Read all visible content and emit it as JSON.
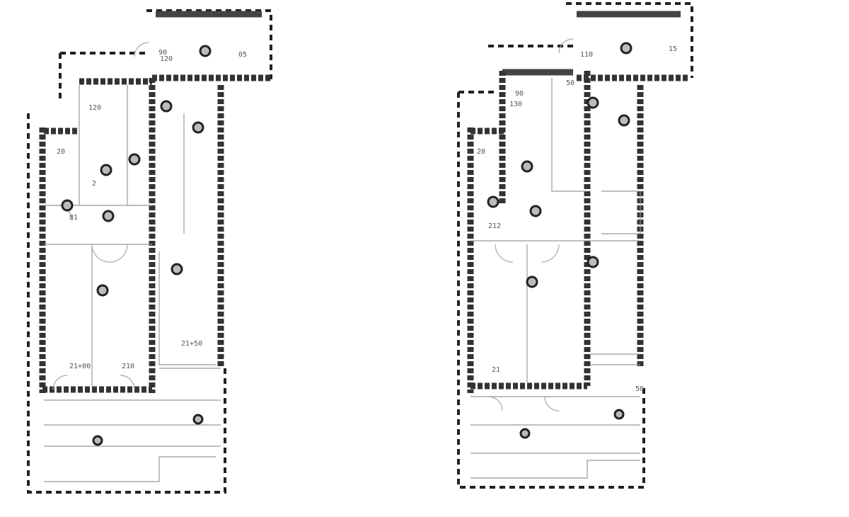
{
  "drawing": {
    "left_plan": {
      "dimension_labels": [
        "90",
        "120",
        "05",
        "120",
        "20",
        "81",
        "21+50",
        "21+00",
        "210",
        "2"
      ]
    },
    "right_plan": {
      "dimension_labels": [
        "110",
        "15",
        "50",
        "90",
        "130",
        "20",
        "212",
        "21",
        "50"
      ]
    },
    "colors": {
      "wall": "#333333",
      "line": "#999999",
      "background": "#ffffff"
    }
  }
}
